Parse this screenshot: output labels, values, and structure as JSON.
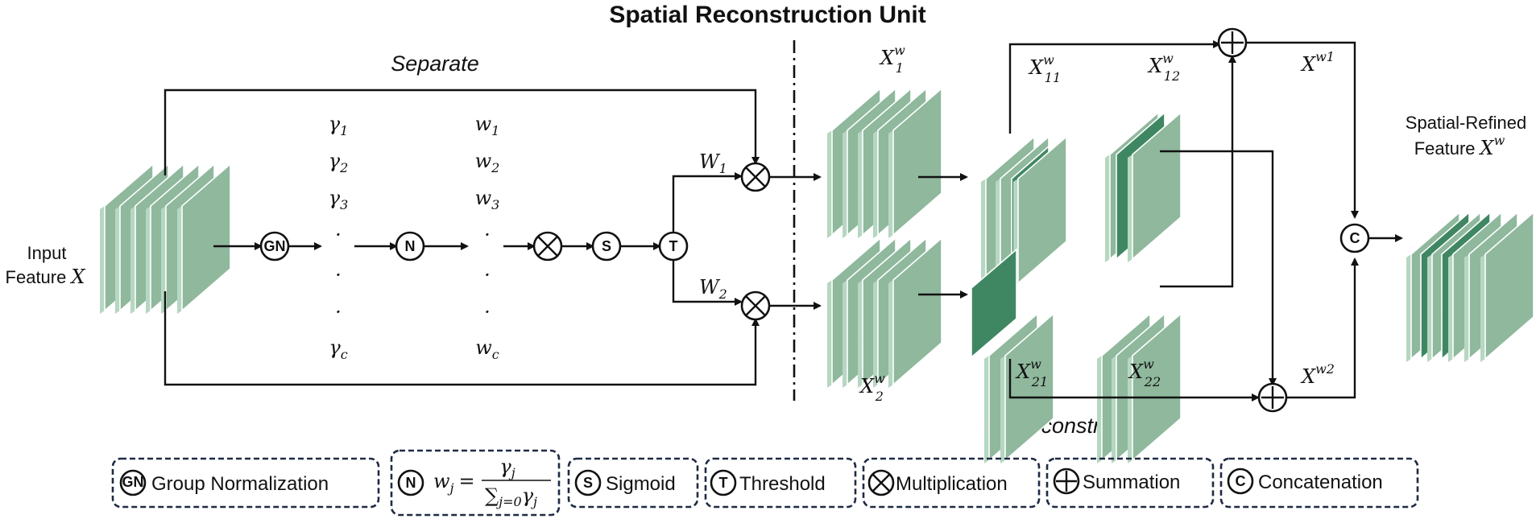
{
  "title": "Spatial Reconstruction Unit",
  "sections": {
    "separate": "Separate",
    "reconstruct": "Reconstruct"
  },
  "input_label": {
    "line1": "Input",
    "line2": "Feature",
    "var": "X"
  },
  "output_label": {
    "line1": "Spatial-Refined",
    "line2": "Feature",
    "var": "X",
    "sup": "w"
  },
  "gamma_list": [
    {
      "base": "γ",
      "sub": "1"
    },
    {
      "base": "γ",
      "sub": "2"
    },
    {
      "base": "γ",
      "sub": "3"
    },
    {
      "base": "·",
      "sub": ""
    },
    {
      "base": "·",
      "sub": ""
    },
    {
      "base": "·",
      "sub": ""
    },
    {
      "base": "γ",
      "sub": "c"
    }
  ],
  "w_list": [
    {
      "base": "w",
      "sub": "1"
    },
    {
      "base": "w",
      "sub": "2"
    },
    {
      "base": "w",
      "sub": "3"
    },
    {
      "base": "·",
      "sub": ""
    },
    {
      "base": "·",
      "sub": ""
    },
    {
      "base": "·",
      "sub": ""
    },
    {
      "base": "w",
      "sub": "c"
    }
  ],
  "weights": {
    "w1": {
      "base": "W",
      "sub": "1"
    },
    "w2": {
      "base": "W",
      "sub": "2"
    }
  },
  "ops": {
    "gn": "GN",
    "n": "N",
    "s": "S",
    "t": "T",
    "c": "C"
  },
  "features": {
    "x1": {
      "base": "X",
      "sub": "1",
      "sup": "w"
    },
    "x2": {
      "base": "X",
      "sub": "2",
      "sup": "w"
    },
    "x11": {
      "base": "X",
      "sub": "11",
      "sup": "w"
    },
    "x12": {
      "base": "X",
      "sub": "12",
      "sup": "w"
    },
    "x21": {
      "base": "X",
      "sub": "21",
      "sup": "w"
    },
    "x22": {
      "base": "X",
      "sub": "22",
      "sup": "w"
    },
    "xw1": {
      "base": "X",
      "sup": "w1"
    },
    "xw2": {
      "base": "X",
      "sup": "w2"
    }
  },
  "legend": {
    "gn": "Group Normalization",
    "n_formula": {
      "lhs": "w",
      "lhs_sub": "j",
      "eq": "=",
      "num": "γ",
      "num_sub": "j",
      "den_sum": "∑",
      "den_sub": "j=0",
      "den": "γ",
      "den_var_sub": "j"
    },
    "s": "Sigmoid",
    "t": "Threshold",
    "mult": "Multiplication",
    "sum": "Summation",
    "c": "Concatenation"
  },
  "colors": {
    "layer": "#8fb89d",
    "layer_dark": "#3f8762",
    "line": "#111111",
    "legend_border": "#1f2a44"
  }
}
